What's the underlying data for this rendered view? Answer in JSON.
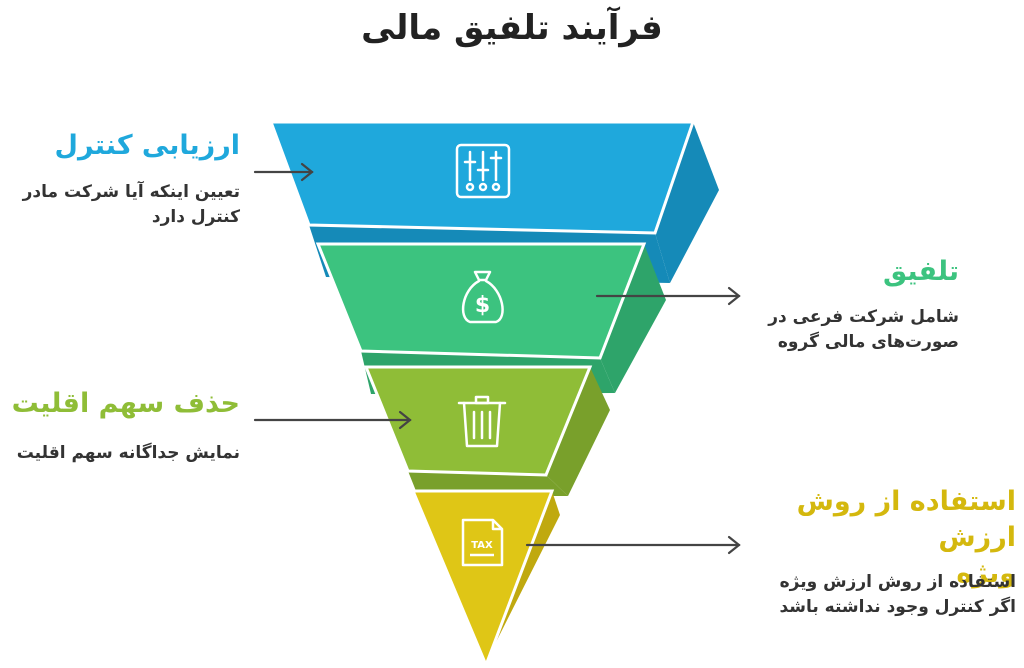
{
  "title": "فرآیند تلفیق مالی",
  "steps": [
    {
      "heading": "ارزیابی کنترل",
      "desc_lines": [
        "تعیین اینکه آیا شرکت مادر",
        "کنترل دارد"
      ],
      "icon": "sliders-icon",
      "color": "#1fa8dc"
    },
    {
      "heading": "تلفیق",
      "desc_lines": [
        "شامل شرکت فرعی در",
        "صورت‌های مالی گروه"
      ],
      "icon": "money-bag-icon",
      "color": "#3cc37f"
    },
    {
      "heading": "حذف سهم اقلیت",
      "desc_lines": [
        "نمایش جداگانه سهم اقلیت"
      ],
      "icon": "trash-icon",
      "color": "#8fbd37"
    },
    {
      "heading_lines": [
        "استفاده از روش ارزش",
        "ویژه"
      ],
      "desc_lines": [
        "استفاده از روش ارزش ویژه",
        "اگر کنترل وجود نداشته باشد"
      ],
      "icon": "tax-document-icon",
      "icon_label": "TAX",
      "color": "#dfc616"
    }
  ]
}
